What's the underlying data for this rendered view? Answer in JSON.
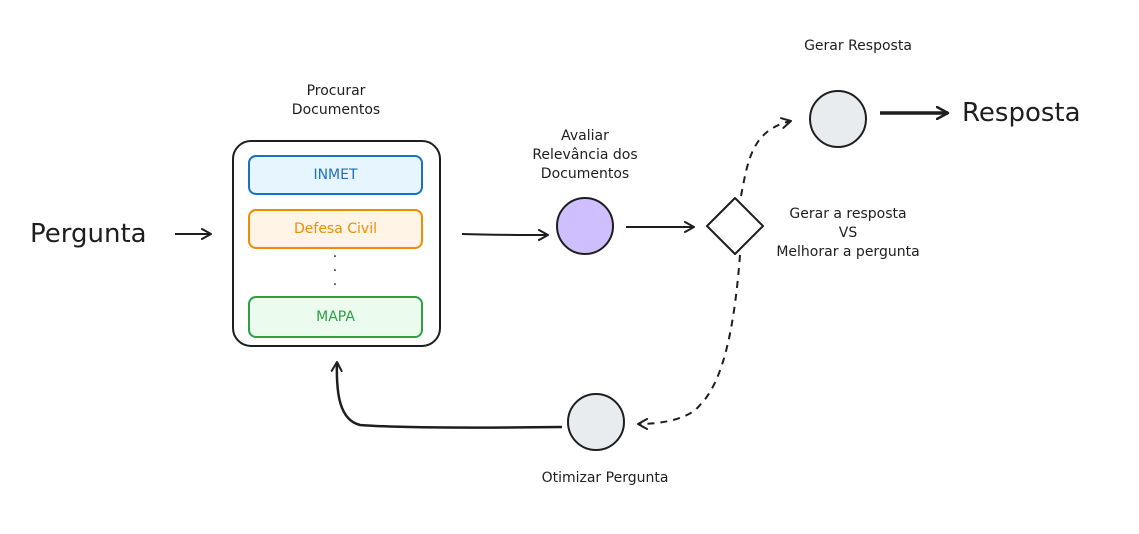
{
  "input_label": "Pergunta",
  "search": {
    "title_line1": "Procurar",
    "title_line2": "Documentos",
    "sources": [
      {
        "label": "INMET",
        "color": "#1971c2",
        "fill": "#e7f5ff"
      },
      {
        "label": "Defesa Civil",
        "color": "#f08c00",
        "fill": "#fff4e6"
      },
      {
        "label": "MAPA",
        "color": "#2f9e44",
        "fill": "#ebfbee"
      }
    ],
    "ellipsis": "."
  },
  "evaluate": {
    "line1": "Avaliar",
    "line2": "Relevância dos",
    "line3": "Documentos",
    "color": "#d0bfff"
  },
  "decision": {
    "line1": "Gerar a resposta",
    "line2": "VS",
    "line3": "Melhorar a pergunta"
  },
  "generate": {
    "label": "Gerar Resposta",
    "color": "#e9ecef"
  },
  "output_label": "Resposta",
  "optimize": {
    "label": "Otimizar Pergunta",
    "color": "#e9ecef"
  }
}
